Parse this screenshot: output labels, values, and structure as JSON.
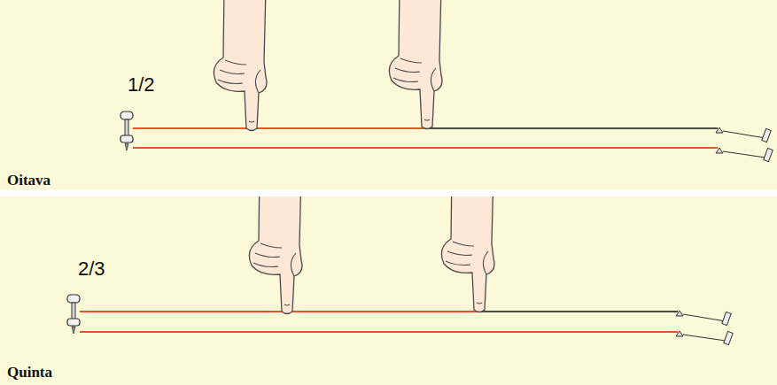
{
  "diagram": {
    "labels": [
      "1/2",
      "Oitava",
      "2/3",
      "Quinta"
    ]
  }
}
